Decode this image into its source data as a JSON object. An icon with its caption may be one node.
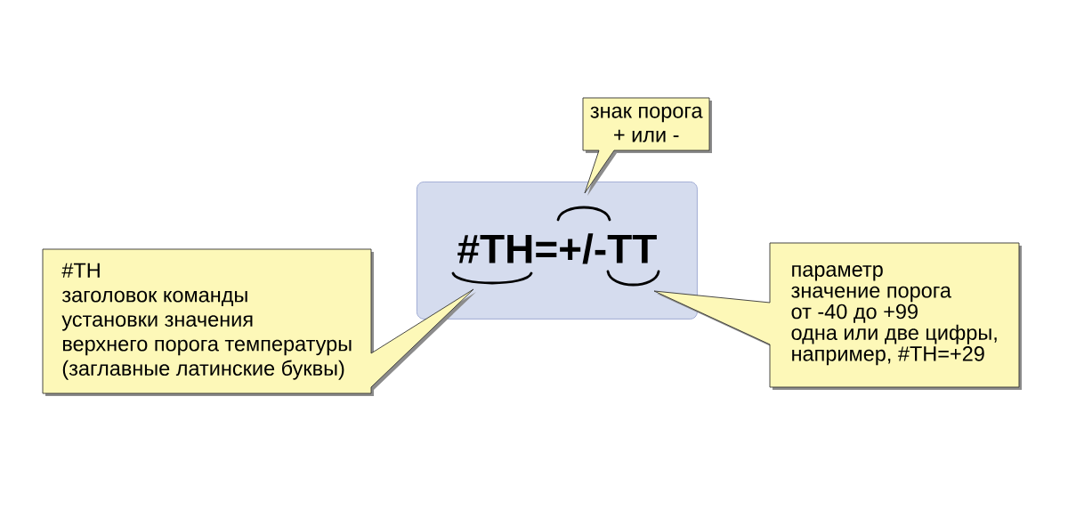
{
  "diagram": {
    "nodes": [
      {
        "text": [
          "знак порога",
          "+ или -"
        ]
      },
      {
        "text": [
          "#TH=+/-TT"
        ]
      },
      {
        "text": [
          "#TH",
          "заголовок команды",
          "установки значения",
          "верхнего порога температуры",
          "(заглавные латинские буквы)"
        ]
      },
      {
        "text": [
          "параметр",
          "значение порога",
          "от -40 до +99",
          "одна или две цифры,",
          "например, #TH=+29"
        ]
      }
    ]
  }
}
